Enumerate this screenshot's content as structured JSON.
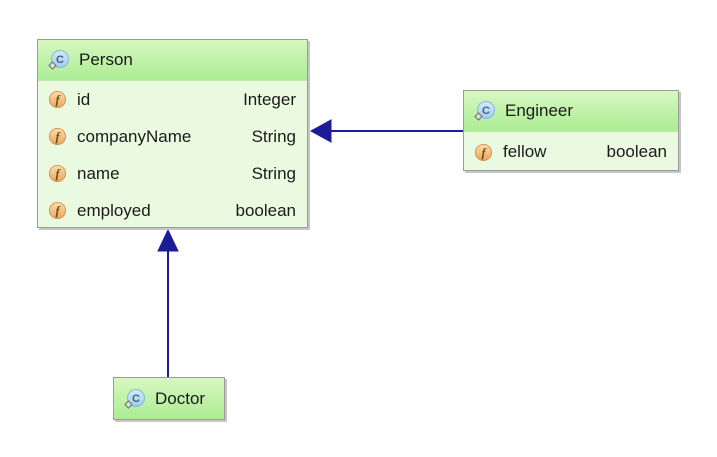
{
  "diagram": {
    "kind": "uml-class-diagram",
    "colors": {
      "header_top": "#d8f7c2",
      "header_bottom": "#abed93",
      "body_bg": "#eafae0",
      "border": "#9b9b9b",
      "shadow": "#c6c6c6",
      "arrow": "#1c1c96",
      "text": "#1a1a1a",
      "class_icon_fill": "#aed4f1",
      "field_icon_fill": "#f2bc72"
    },
    "classes": [
      {
        "name": "Person",
        "icon": "class-icon",
        "fields": [
          {
            "icon": "field-icon",
            "name": "id",
            "type": "Integer"
          },
          {
            "icon": "field-icon",
            "name": "companyName",
            "type": "String"
          },
          {
            "icon": "field-icon",
            "name": "name",
            "type": "String"
          },
          {
            "icon": "field-icon",
            "name": "employed",
            "type": "boolean"
          }
        ]
      },
      {
        "name": "Engineer",
        "icon": "class-icon",
        "fields": [
          {
            "icon": "field-icon",
            "name": "fellow",
            "type": "boolean"
          }
        ]
      },
      {
        "name": "Doctor",
        "icon": "class-icon",
        "fields": []
      }
    ],
    "relations": [
      {
        "from": "Engineer",
        "to": "Person",
        "kind": "extends",
        "style": "solid-navy-arrow"
      },
      {
        "from": "Doctor",
        "to": "Person",
        "kind": "extends",
        "style": "solid-navy-arrow"
      }
    ]
  }
}
